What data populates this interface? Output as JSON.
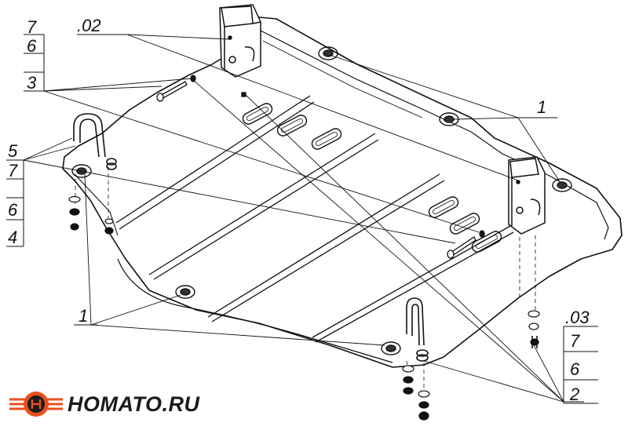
{
  "callouts": {
    "left_stack_top": [
      "7",
      "6",
      "3"
    ],
    "left_stack_mid": [
      "5",
      "7",
      "6",
      "4"
    ],
    "right_stack": [
      ".03",
      "7",
      "6",
      "2"
    ],
    "part_02": ".02",
    "part_1": "1"
  },
  "brand": {
    "logo_text": "HOMATO.RU",
    "colors": {
      "ring": "#e8501e",
      "center": "#1b1b1b"
    }
  },
  "colors": {
    "line": "#111111",
    "background": "#ffffff"
  }
}
